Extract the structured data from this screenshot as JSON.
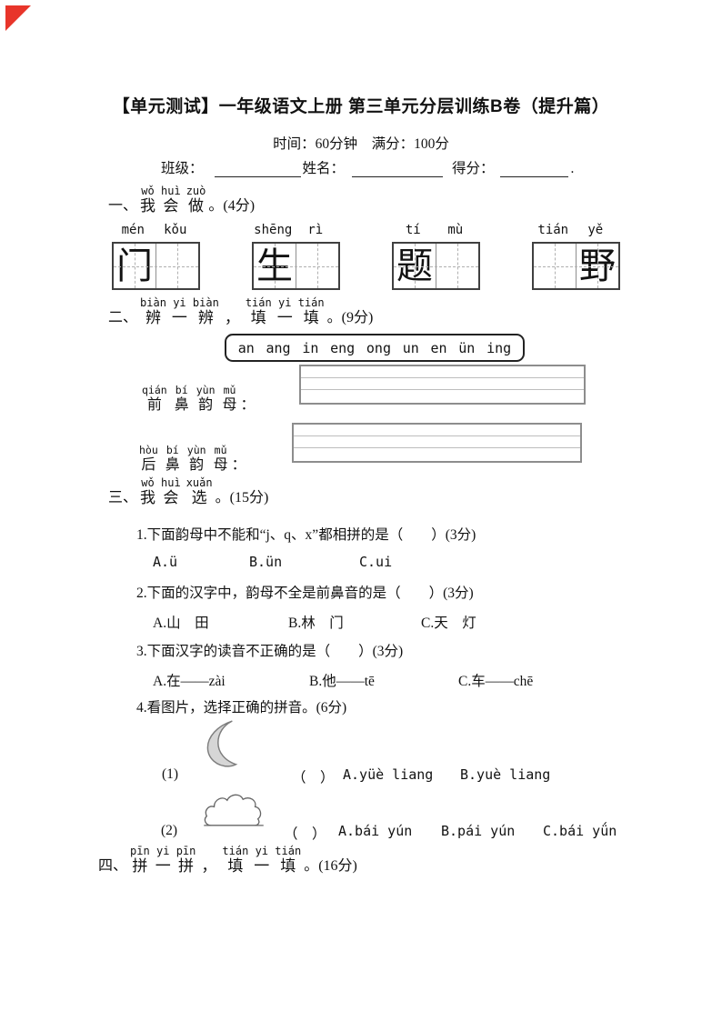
{
  "page": {
    "corner_color": "#e8352a"
  },
  "header": {
    "title": "【单元测试】一年级语文上册 第三单元分层训练B卷（提升篇）",
    "meta": "时间：60分钟　满分：100分",
    "fields": [
      {
        "label": "班级："
      },
      {
        "label": "姓名："
      },
      {
        "label": "得分："
      }
    ],
    "period": "."
  },
  "sec1": {
    "num": "一、",
    "ruby": [
      {
        "py": "wǒ",
        "zi": "我"
      },
      {
        "py": "huì",
        "zi": "会"
      },
      {
        "py": "zuò",
        "zi": "做"
      }
    ],
    "suffix": "。(4分)",
    "words": [
      {
        "py1": "mén",
        "py2": "kǒu",
        "c1": "门",
        "c2": ""
      },
      {
        "py1": "shēng",
        "py2": "rì",
        "c1": "生",
        "c2": ""
      },
      {
        "py1": "tí",
        "py2": "mù",
        "c1": "题",
        "c2": ""
      },
      {
        "py1": "tián",
        "py2": "yě",
        "c1": "",
        "c2": "野"
      }
    ]
  },
  "sec2": {
    "num": "二、",
    "ruby": [
      {
        "py": "biàn",
        "zi": "辨"
      },
      {
        "py": "yi",
        "zi": "一"
      },
      {
        "py": "biàn",
        "zi": "辨"
      },
      {
        "py": "",
        "zi": "，"
      },
      {
        "py": "tián",
        "zi": "填"
      },
      {
        "py": "yi",
        "zi": "一"
      },
      {
        "py": "tián",
        "zi": "填"
      }
    ],
    "suffix": "。(9分)",
    "vowels": [
      "an",
      "ang",
      "in",
      "eng",
      "ong",
      "un",
      "en",
      "ün",
      "ing"
    ],
    "front": {
      "ruby": [
        {
          "py": "qián",
          "zi": "前"
        },
        {
          "py": "bí",
          "zi": "鼻"
        },
        {
          "py": "yùn",
          "zi": "韵"
        },
        {
          "py": "mǔ",
          "zi": "母"
        }
      ],
      "colon": "："
    },
    "back": {
      "ruby": [
        {
          "py": "hòu",
          "zi": "后"
        },
        {
          "py": "bí",
          "zi": "鼻"
        },
        {
          "py": "yùn",
          "zi": "韵"
        },
        {
          "py": "mǔ",
          "zi": "母"
        }
      ],
      "colon": "："
    }
  },
  "sec3": {
    "num": "三、",
    "ruby": [
      {
        "py": "wǒ",
        "zi": "我"
      },
      {
        "py": "huì",
        "zi": "会"
      },
      {
        "py": "xuǎn",
        "zi": "选"
      }
    ],
    "suffix": "。(15分)",
    "q1": {
      "text": "1.下面韵母中不能和“j、q、x”都相拼的是（　　）(3分)",
      "options": [
        "A.ü",
        "B.ün",
        "C.ui"
      ]
    },
    "q2": {
      "text": "2.下面的汉字中，韵母不全是前鼻音的是（　　）(3分)",
      "options": [
        "A.山　田",
        "B.林　门",
        "C.天　灯"
      ]
    },
    "q3": {
      "text": "3.下面汉字的读音不正确的是（　　）(3分)",
      "options": [
        "A.在——zài",
        "B.他——tē",
        "C.车——chē"
      ]
    },
    "q4": {
      "text": "4.看图片，选择正确的拼音。(6分)",
      "item1": {
        "label": "(1)",
        "bracket": "（　）",
        "options": [
          "A.yüè liang",
          "B.yuè liang"
        ]
      },
      "item2": {
        "label": "(2)",
        "bracket": "（　）",
        "options": [
          "A.bái yún",
          "B.pái yún",
          "C.bái yǘn"
        ]
      }
    }
  },
  "sec4": {
    "num": "四、",
    "ruby": [
      {
        "py": "pīn",
        "zi": "拼"
      },
      {
        "py": "yi",
        "zi": "一"
      },
      {
        "py": "pīn",
        "zi": "拼"
      },
      {
        "py": "",
        "zi": "，"
      },
      {
        "py": "tián",
        "zi": "填"
      },
      {
        "py": "yi",
        "zi": "一"
      },
      {
        "py": "tián",
        "zi": "填"
      }
    ],
    "suffix": "。(16分)"
  }
}
